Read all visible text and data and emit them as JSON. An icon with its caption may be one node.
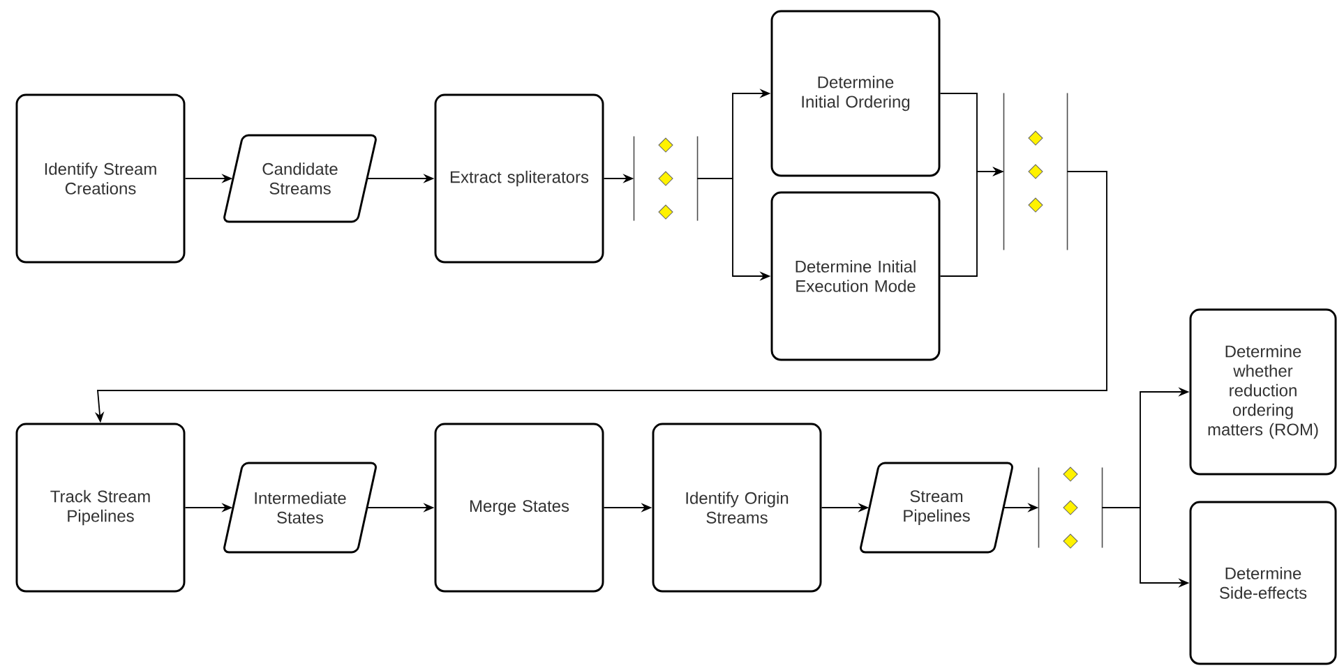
{
  "diagram": {
    "nodes": [
      {
        "text": [
          "Identify Stream Creations"
        ]
      },
      {
        "text": [
          "Candidate Streams"
        ]
      },
      {
        "text": [
          "Extract spliterators"
        ]
      },
      {
        "text": [],
        "shape": "bar"
      },
      {
        "text": [
          "Determine Initial Ordering"
        ]
      },
      {
        "text": [
          "Determine Initial Execution Mode"
        ]
      },
      {
        "text": [],
        "shape": "bar"
      },
      {
        "text": [
          "Track Stream Pipelines"
        ]
      },
      {
        "text": [
          "Intermediate States"
        ]
      },
      {
        "text": [
          "Merge States"
        ]
      },
      {
        "text": [
          "Identify Origin Streams"
        ]
      },
      {
        "text": [
          "Stream Pipelines"
        ]
      },
      {
        "text": [],
        "shape": "bar"
      },
      {
        "text": [
          "Determine whether reduction ordering matters (ROM)"
        ]
      },
      {
        "text": [
          "Determine Side-effects"
        ]
      }
    ],
    "edges": [
      {
        "from": 0,
        "to": 1,
        "arrow": "to"
      },
      {
        "from": 1,
        "to": 2,
        "arrow": "to"
      },
      {
        "from": 2,
        "to": 3,
        "arrow": "to"
      },
      {
        "from": 3,
        "to": 4,
        "arrow": "to"
      },
      {
        "from": 3,
        "to": 5,
        "arrow": "to"
      },
      {
        "from": 4,
        "to": 6,
        "arrow": "to"
      },
      {
        "from": 5,
        "to": 6,
        "arrow": "to"
      },
      {
        "from": 6,
        "to": 7,
        "arrow": "to"
      },
      {
        "from": 7,
        "to": 8,
        "arrow": "to"
      },
      {
        "from": 8,
        "to": 9,
        "arrow": "to"
      },
      {
        "from": 9,
        "to": 10,
        "arrow": "to"
      },
      {
        "from": 10,
        "to": 11,
        "arrow": "to"
      },
      {
        "from": 11,
        "to": 12,
        "arrow": "to"
      },
      {
        "from": 12,
        "to": 13,
        "arrow": "to"
      },
      {
        "from": 12,
        "to": 14,
        "arrow": "to"
      }
    ]
  }
}
